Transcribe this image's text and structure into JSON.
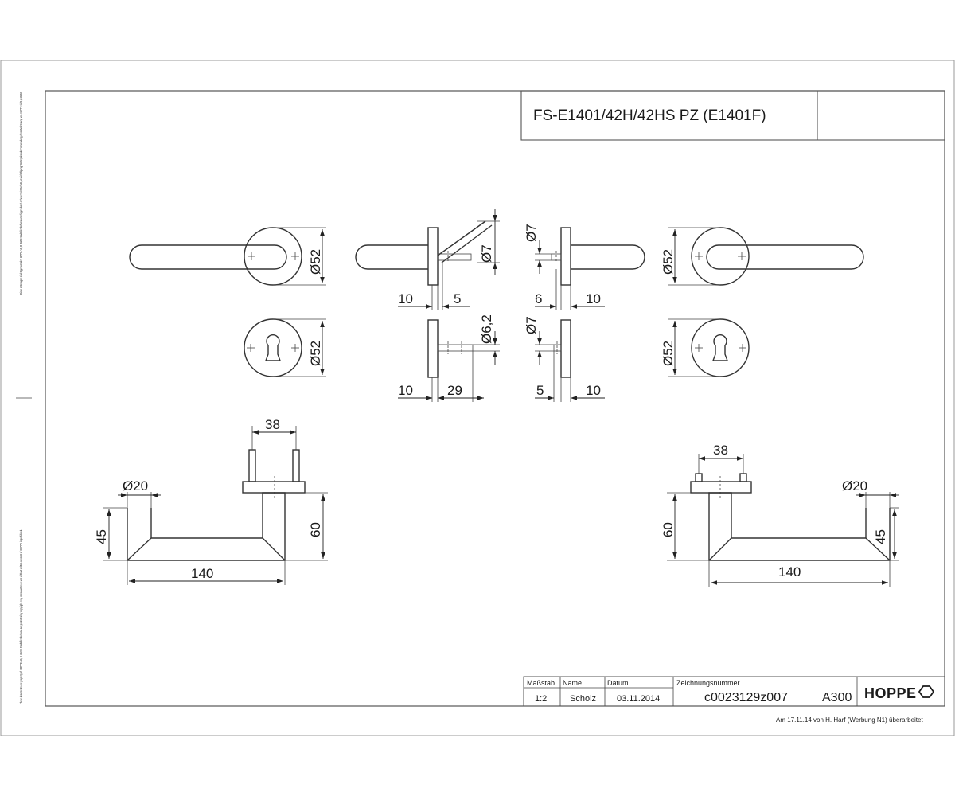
{
  "title": "FS-E1401/42H/42HS PZ (E1401F)",
  "side_note_top": "Diese Unterlagen sind Eigentum der HOPPE AG, D-35260 Stadtallendorf und unterliegen durch Urheberrecht Schutz, Vervielfältigung, Weitergabe oder Verwendung ohne Zustimmung von HOPPE nicht gestattet.",
  "side_note_bottom": "These documents are property of HOPPE AG, D-35260 Stadtallendorf and are protected by copyright. Any reproduction or use without written consent of HOPPE is prohibited.",
  "dimensions": {
    "d52_rose_left": "Ø52",
    "d52_esc_left": "Ø52",
    "d52_rose_right": "Ø52",
    "d52_esc_right": "Ø52",
    "d7_left": "Ø7",
    "d62_left": "Ø6,2",
    "d7_right_top": "Ø7",
    "d7_right_bottom": "Ø7",
    "s10_lt": "10",
    "s5_lt": "5",
    "s10_lb": "10",
    "s29_lb": "29",
    "s6_rt": "6",
    "s10_rt": "10",
    "s5_rb": "5",
    "s10_rb": "10",
    "w38_left": "38",
    "d20_left": "Ø20",
    "h45_left": "45",
    "h60_left": "60",
    "w140_left": "140",
    "w38_right": "38",
    "d20_right": "Ø20",
    "h60_right": "60",
    "h45_right": "45",
    "w140_right": "140"
  },
  "title_block": {
    "scale_label": "Maßstab",
    "scale_value": "1:2",
    "name_label": "Name",
    "name_value": "Scholz",
    "date_label": "Datum",
    "date_value": "03.11.2014",
    "drawing_number_label": "Zeichnungsnummer",
    "drawing_number_value": "c0023129z007",
    "format_value": "A300",
    "logo_text": "HOPPE"
  },
  "revision_note": "Am 17.11.14 von H. Harf (Werbung N1) überarbeitet"
}
